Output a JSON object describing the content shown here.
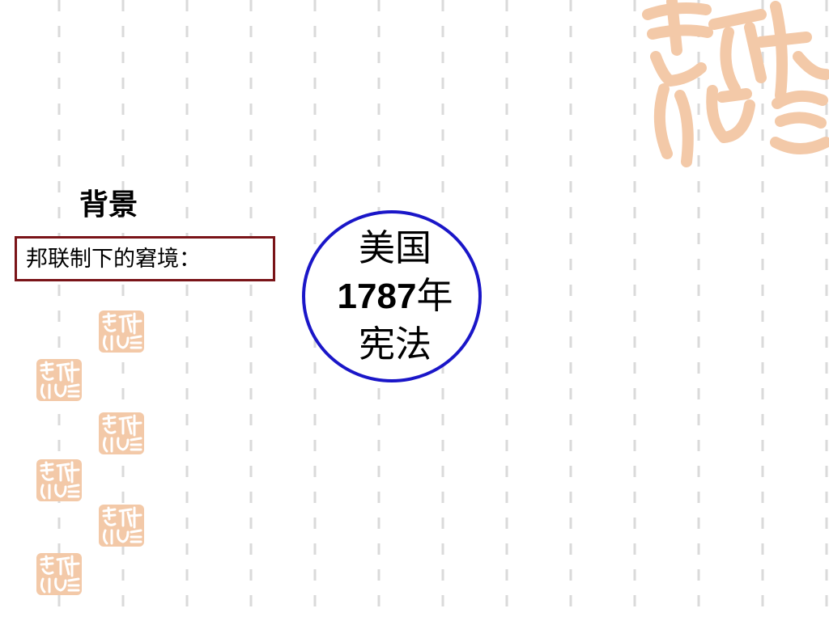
{
  "slide": {
    "heading": "背景",
    "label_box": {
      "text": "邦联制下的窘境："
    },
    "topic_circle": {
      "line1": "美国",
      "year": "1787",
      "year_suffix": "年",
      "line3": "宪法"
    }
  },
  "colors": {
    "background": "#ffffff",
    "grid_dash": "#dadada",
    "label_border": "#7a1418",
    "circle_border": "#1a16c8",
    "seal_color": "#f3c9a8"
  },
  "icons": {
    "corner_decoration": "auspicious-calligraphy-seal-icon",
    "small_decoration": "auspicious-calligraphy-seal-icon"
  }
}
